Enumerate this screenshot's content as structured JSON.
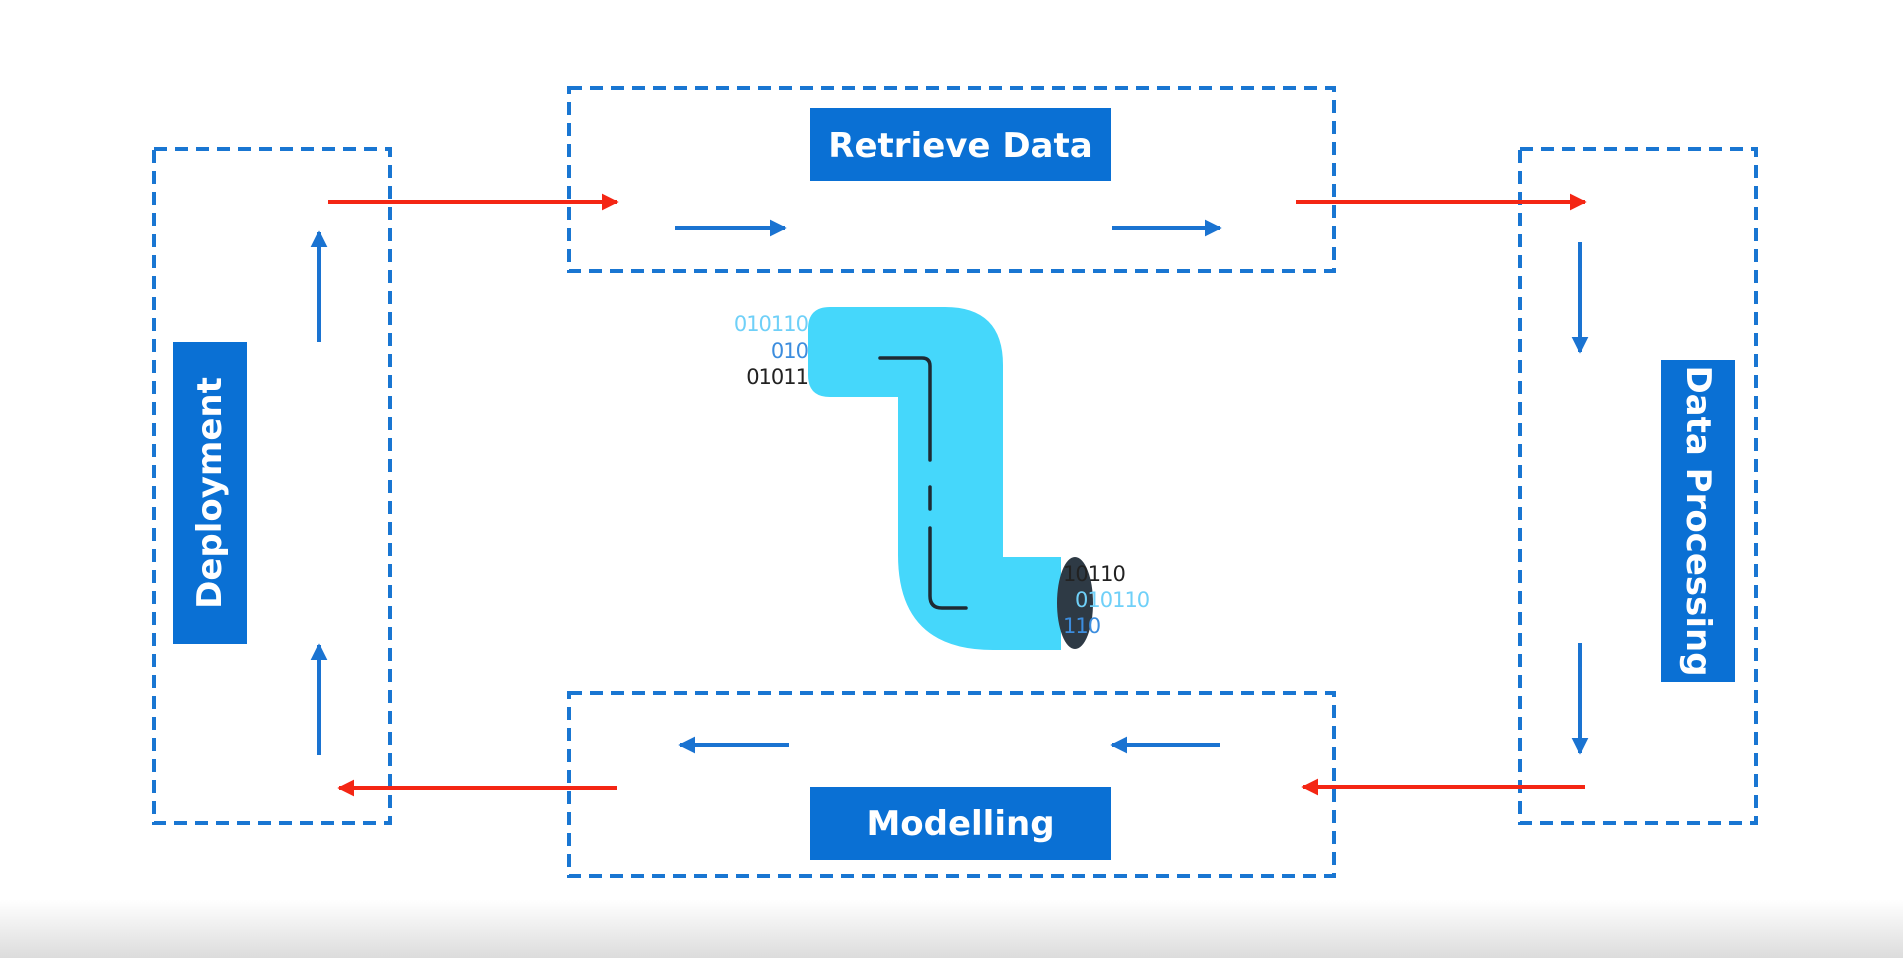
{
  "stages": {
    "retrieve": {
      "label": "Retrieve Data"
    },
    "processing": {
      "label": "Data Processing"
    },
    "modelling": {
      "label": "Modelling"
    },
    "deployment": {
      "label": "Deployment"
    }
  },
  "pipeline": {
    "input_bits": [
      "010110",
      "010",
      "01011"
    ],
    "output_bits": [
      "10110",
      "010110",
      "110"
    ]
  },
  "colors": {
    "frame": "#1976D2",
    "label_bg": "#0A70D4",
    "flow_arrow": "#1A73D1",
    "transfer_arrow": "#F42614",
    "pipe": "#45D7FB",
    "pipe_opening": "#2E3A45",
    "bits_light": "#6FD0F8",
    "bits_mid": "#3C8DDE",
    "bits_dark": "#222222",
    "footer_shadow": "#E3E3E3"
  }
}
